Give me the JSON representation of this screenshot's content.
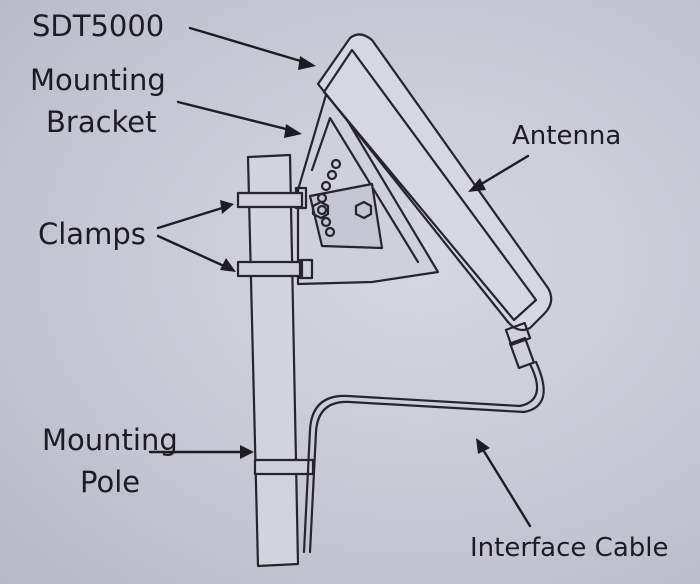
{
  "labels": {
    "sdt": "SDT5000",
    "bracket_line1": "Mounting",
    "bracket_line2": "Bracket",
    "antenna": "Antenna",
    "clamps": "Clamps",
    "pole_line1": "Mounting",
    "pole_line2": "Pole",
    "cable": "Interface Cable"
  },
  "colors": {
    "line": "#25252b",
    "paper": "#c9cbd6"
  }
}
